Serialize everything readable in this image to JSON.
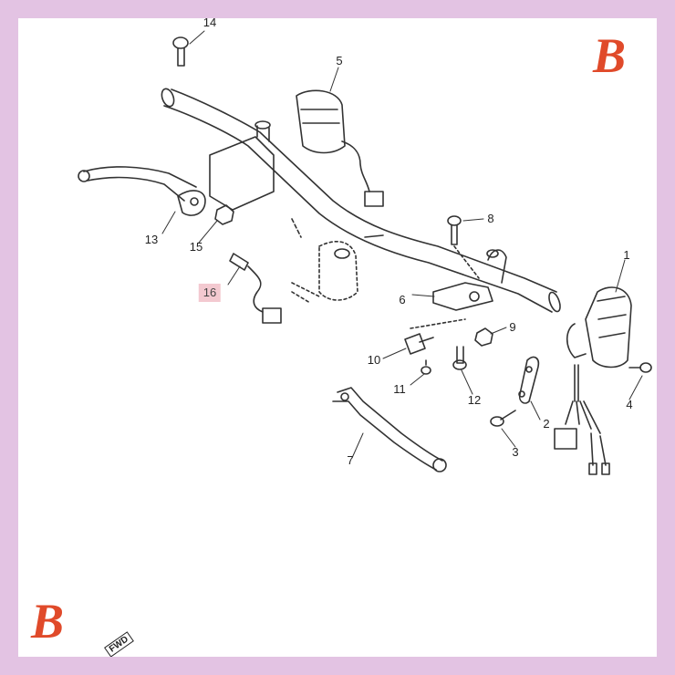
{
  "brand": {
    "logo_letter": "B",
    "logo_color": "#e04a2a"
  },
  "diagram": {
    "callouts": [
      {
        "id": "14",
        "label": "14"
      },
      {
        "id": "5",
        "label": "5"
      },
      {
        "id": "8",
        "label": "8"
      },
      {
        "id": "1",
        "label": "1"
      },
      {
        "id": "13",
        "label": "13"
      },
      {
        "id": "15",
        "label": "15"
      },
      {
        "id": "16",
        "label": "16",
        "highlighted": true
      },
      {
        "id": "6",
        "label": "6"
      },
      {
        "id": "9",
        "label": "9"
      },
      {
        "id": "10",
        "label": "10"
      },
      {
        "id": "11",
        "label": "11"
      },
      {
        "id": "12",
        "label": "12"
      },
      {
        "id": "4",
        "label": "4"
      },
      {
        "id": "2",
        "label": "2"
      },
      {
        "id": "3",
        "label": "3"
      },
      {
        "id": "7",
        "label": "7"
      }
    ],
    "direction_marker": "FWD"
  },
  "colors": {
    "background": "#e3c3e3",
    "canvas": "#ffffff",
    "line": "#333333",
    "highlight": "#f3c9d0"
  }
}
